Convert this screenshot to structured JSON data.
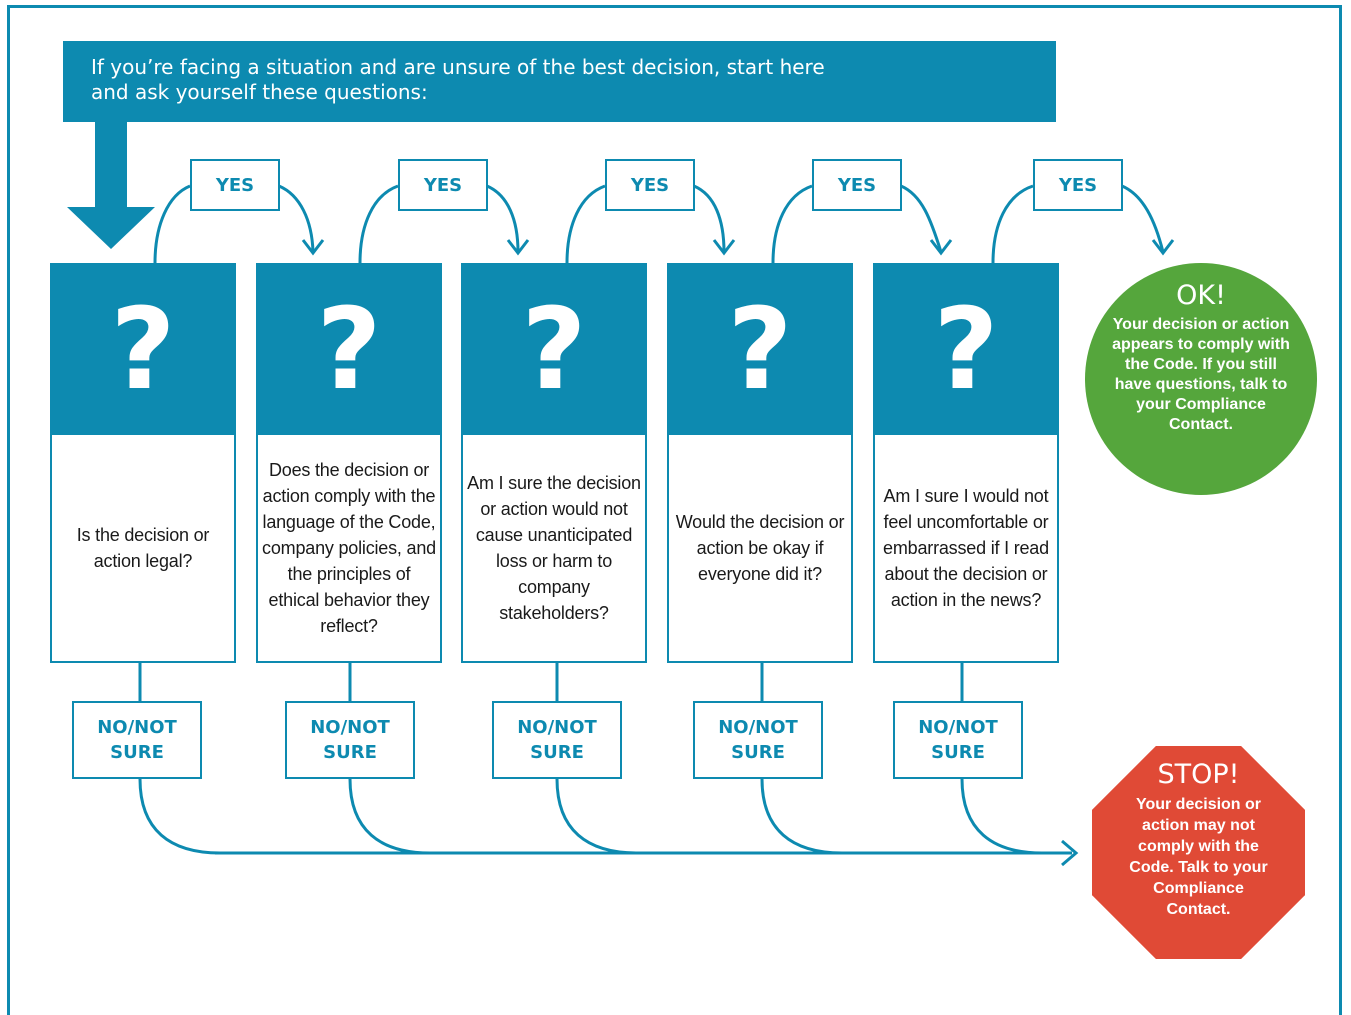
{
  "intro": {
    "line1": "If you’re facing a situation and are unsure of the best decision, start here",
    "line2": "and ask yourself these questions:"
  },
  "question_mark": "?",
  "yes_label": "YES",
  "no_label": "NO/NOT\nSURE",
  "questions": [
    {
      "text": "Is the decision or action legal?"
    },
    {
      "text": "Does the decision or action comply with the language of the Code, company policies, and the principles of ethical behavior they reflect?"
    },
    {
      "text": "Am I sure the decision or action would not cause unanticipated loss or harm to company stakeholders?"
    },
    {
      "text": "Would the decision or action be okay if everyone did it?"
    },
    {
      "text": "Am I sure I would not feel uncomfortable or embarrassed if I read about the decision or action in the news?"
    }
  ],
  "ok": {
    "title": "OK!",
    "text": "Your decision or action appears to comply with the Code. If you still have questions, talk to your Compliance Contact."
  },
  "stop": {
    "title": "STOP!",
    "text": "Your decision or action may not comply with the Code. Talk to your Compliance Contact."
  },
  "colors": {
    "primary": "#0d8ab0",
    "ok": "#55a63c",
    "stop": "#e04a36"
  }
}
